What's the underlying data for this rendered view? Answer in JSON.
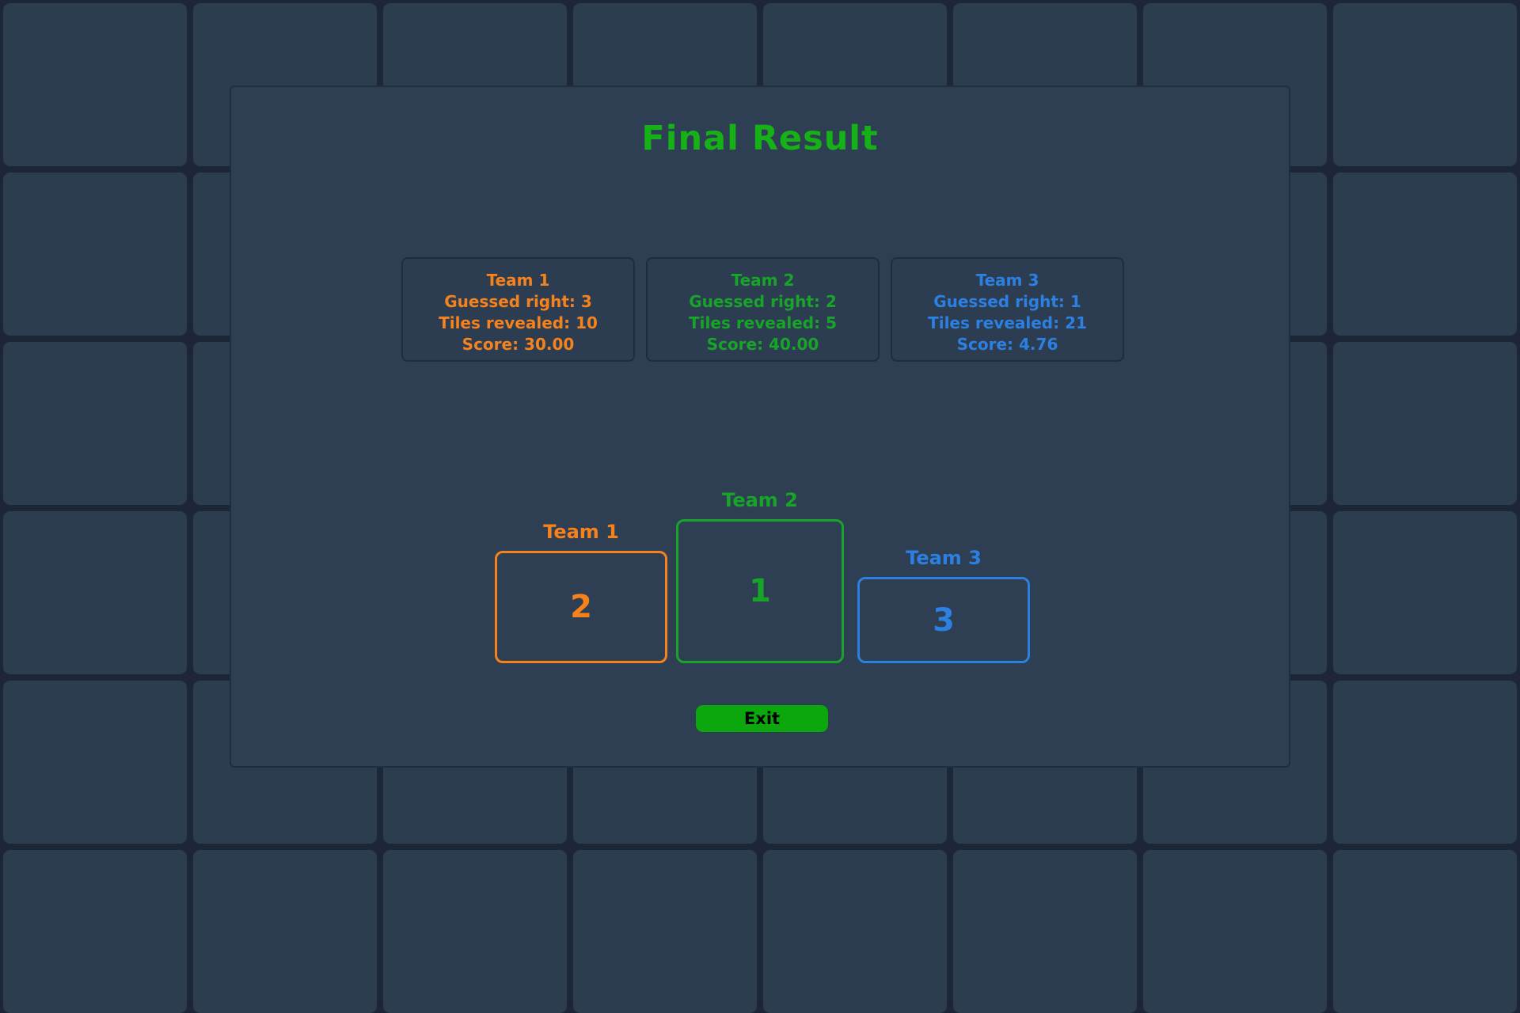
{
  "dialog": {
    "title": "Final Result",
    "exit_label": "Exit"
  },
  "stat_labels": {
    "guessed_right": "Guessed right:",
    "tiles_revealed": "Tiles revealed:",
    "score": "Score:"
  },
  "teams": [
    {
      "name": "Team 1",
      "color": "#f5821d",
      "guessed_right": 3,
      "tiles_revealed": 10,
      "score": "30.00",
      "rank": "2",
      "guessed_line": "Guessed right: 3",
      "tiles_line": "Tiles revealed: 10",
      "score_line": "Score: 30.00"
    },
    {
      "name": "Team 2",
      "color": "#17a428",
      "guessed_right": 2,
      "tiles_revealed": 5,
      "score": "40.00",
      "rank": "1",
      "guessed_line": "Guessed right: 2",
      "tiles_line": "Tiles revealed: 5",
      "score_line": "Score: 40.00"
    },
    {
      "name": "Team 3",
      "color": "#2b80e1",
      "guessed_right": 1,
      "tiles_revealed": 21,
      "score": "4.76",
      "rank": "3",
      "guessed_line": "Guessed right: 1",
      "tiles_line": "Tiles revealed: 21",
      "score_line": "Score: 4.76"
    }
  ],
  "podium": {
    "order_left_to_right": [
      "Team 1",
      "Team 2",
      "Team 3"
    ],
    "ranks_left_to_right": [
      "2",
      "1",
      "3"
    ]
  },
  "colors": {
    "background": "#1c2636",
    "tile": "#2d3d50",
    "dialog_background": "#2e3f53",
    "dialog_border": "#202d3f",
    "title_green": "#16b116",
    "exit_green": "#0ca70c",
    "exit_text": "#000000"
  },
  "background_grid": {
    "columns": 8,
    "rows": 6
  }
}
